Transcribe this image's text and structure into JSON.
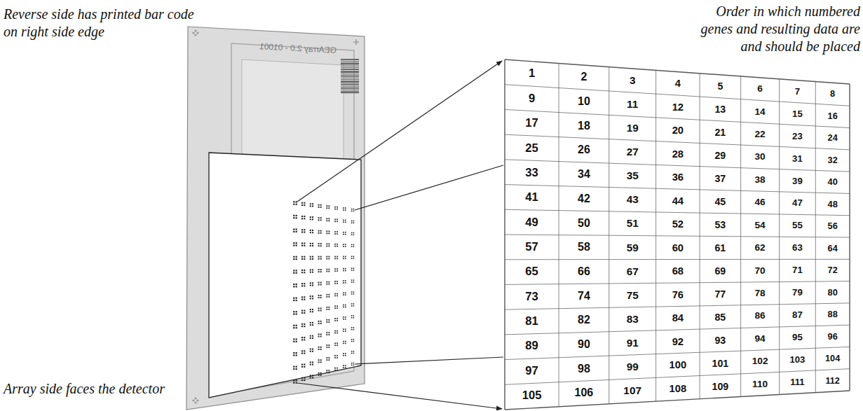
{
  "diagram": {
    "labels": [
      "Reverse side has printed bar code on right side edge",
      "Order in which numbered genes and resulting data are and should be placed",
      "Array side faces the detector",
      "GEArray 2.0 - 01001",
      "1",
      "2",
      "3",
      "4",
      "5",
      "6",
      "7",
      "8",
      "9",
      "10",
      "11",
      "12",
      "13",
      "14",
      "15",
      "16",
      "17",
      "18",
      "19",
      "20",
      "21",
      "22",
      "23",
      "24",
      "25",
      "26",
      "27",
      "28",
      "29",
      "30",
      "31",
      "32",
      "33",
      "34",
      "35",
      "36",
      "37",
      "38",
      "39",
      "40",
      "41",
      "42",
      "43",
      "44",
      "45",
      "46",
      "47",
      "48",
      "49",
      "50",
      "51",
      "52",
      "53",
      "54",
      "55",
      "56",
      "57",
      "58",
      "59",
      "60",
      "61",
      "62",
      "63",
      "64",
      "65",
      "66",
      "67",
      "68",
      "69",
      "70",
      "71",
      "72",
      "73",
      "74",
      "75",
      "76",
      "77",
      "78",
      "79",
      "80",
      "81",
      "82",
      "83",
      "84",
      "85",
      "86",
      "87",
      "88",
      "89",
      "90",
      "91",
      "92",
      "93",
      "94",
      "95",
      "96",
      "97",
      "98",
      "99",
      "100",
      "101",
      "102",
      "103",
      "104",
      "105",
      "106",
      "107",
      "108",
      "109",
      "110",
      "111",
      "112"
    ]
  }
}
